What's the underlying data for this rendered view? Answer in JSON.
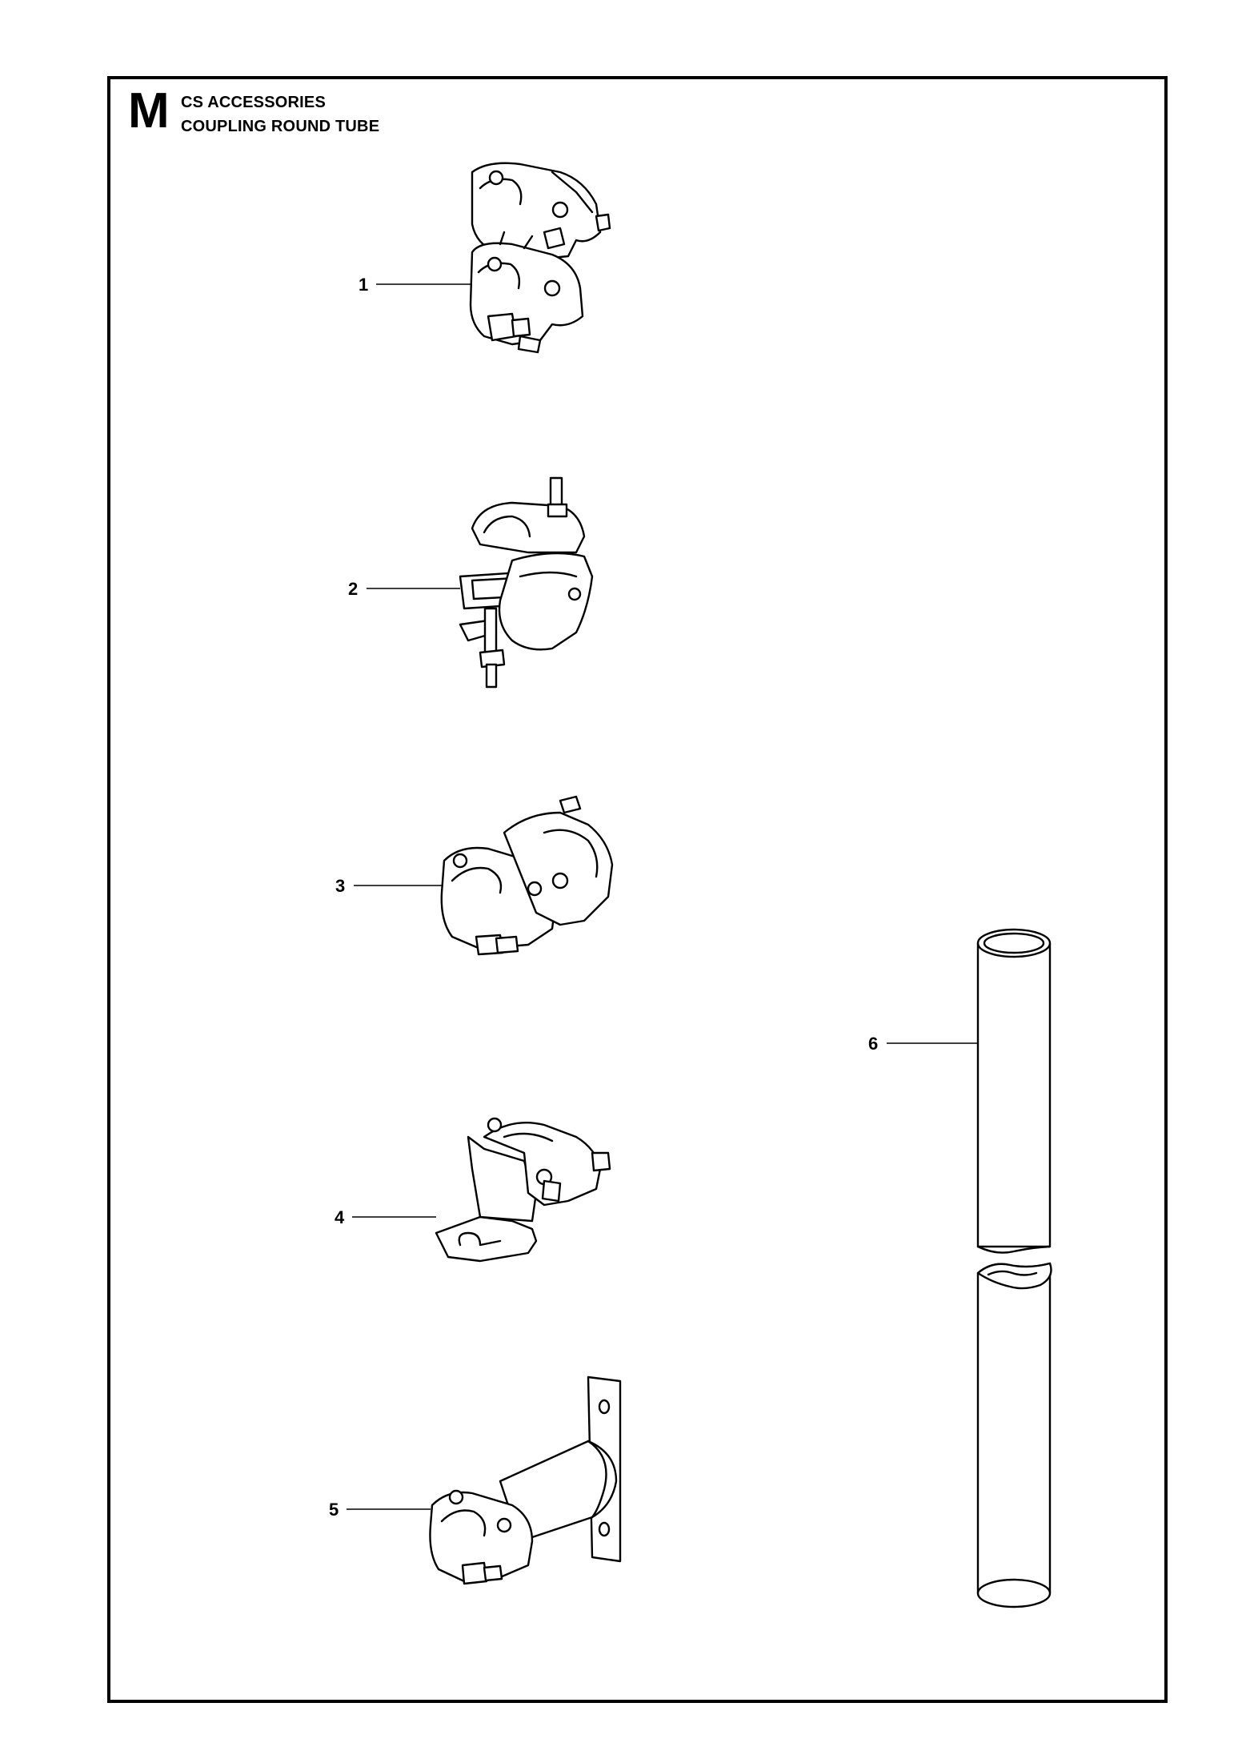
{
  "header": {
    "section_letter": "M",
    "title_line1": "CS ACCESSORIES",
    "title_line2": "COUPLING ROUND TUBE"
  },
  "parts": [
    {
      "ref": "1"
    },
    {
      "ref": "2"
    },
    {
      "ref": "3"
    },
    {
      "ref": "4"
    },
    {
      "ref": "5"
    },
    {
      "ref": "6"
    }
  ]
}
